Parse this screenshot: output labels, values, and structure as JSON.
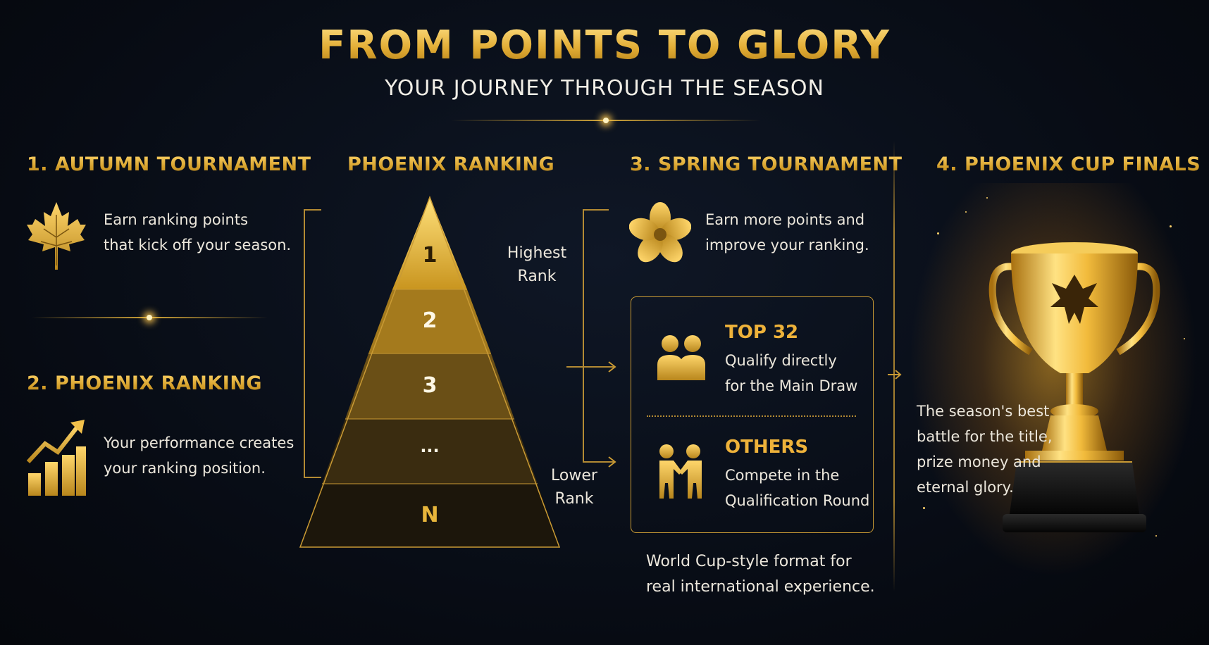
{
  "header": {
    "title": "FROM POINTS TO GLORY",
    "subtitle": "YOUR JOURNEY THROUGH THE SEASON"
  },
  "left": {
    "step1": {
      "heading": "1. AUTUMN TOURNAMENT",
      "icon": "maple-leaf-icon",
      "line1": "Earn ranking points",
      "line2": "that kick off your season."
    },
    "step2": {
      "heading": "2. PHOENIX RANKING",
      "icon": "growth-chart-icon",
      "line1": "Your performance creates",
      "line2": "your ranking position."
    }
  },
  "pyramid": {
    "heading": "PHOENIX RANKING",
    "levels": [
      "1",
      "2",
      "3",
      "...",
      "N"
    ],
    "highest_line1": "Highest",
    "highest_line2": "Rank",
    "lower_line1": "Lower",
    "lower_line2": "Rank"
  },
  "spring": {
    "heading": "3. SPRING TOURNAMENT",
    "icon": "cherry-blossom-icon",
    "line1": "Earn more points and",
    "line2": "improve your ranking.",
    "top": {
      "icon": "two-people-icon",
      "title": "TOP 32",
      "line1": "Qualify directly",
      "line2": "for the Main Draw"
    },
    "others": {
      "icon": "handshake-people-icon",
      "title": "OTHERS",
      "line1": "Compete in the",
      "line2": "Qualification Round"
    },
    "note_line1": "World Cup-style format for",
    "note_line2": "real international experience."
  },
  "finals": {
    "heading": "4. PHOENIX CUP FINALS",
    "icon": "trophy-icon",
    "line1": "The season's best",
    "line2": "battle for the title,",
    "line3": "prize money and",
    "line4": "eternal glory."
  },
  "colors": {
    "gold": "#e7b53b",
    "background": "#070b13",
    "text": "#ece7dc"
  }
}
